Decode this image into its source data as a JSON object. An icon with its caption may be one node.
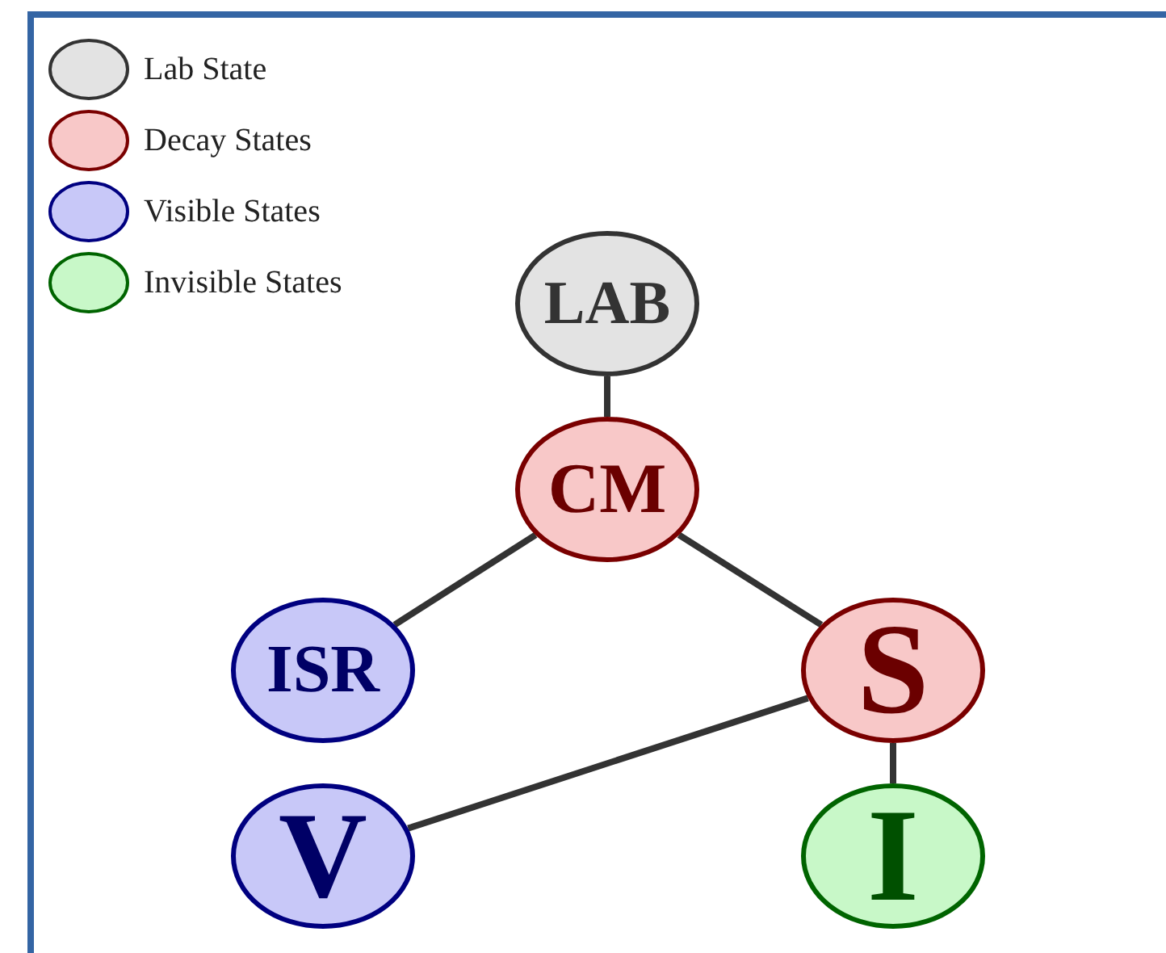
{
  "diagram": {
    "nodes": [
      {
        "text": [
          "LAB"
        ]
      },
      {
        "text": [
          "CM"
        ]
      },
      {
        "text": [
          "ISR"
        ]
      },
      {
        "text": [
          "S"
        ]
      },
      {
        "text": [
          "V"
        ]
      },
      {
        "text": [
          "I"
        ]
      }
    ],
    "edges": [
      {
        "from": 0,
        "to": 1,
        "arrow": "none"
      },
      {
        "from": 1,
        "to": 2,
        "arrow": "none"
      },
      {
        "from": 1,
        "to": 3,
        "arrow": "none"
      },
      {
        "from": 3,
        "to": 4,
        "arrow": "none"
      },
      {
        "from": 3,
        "to": 5,
        "arrow": "none"
      }
    ],
    "legend": [
      {
        "text": "Lab State",
        "color": "#e3e3e3"
      },
      {
        "text": "Decay States",
        "color": "#f8c8c8"
      },
      {
        "text": "Visible States",
        "color": "#c8c8f8"
      },
      {
        "text": "Invisible States",
        "color": "#c8f8c8"
      }
    ]
  }
}
